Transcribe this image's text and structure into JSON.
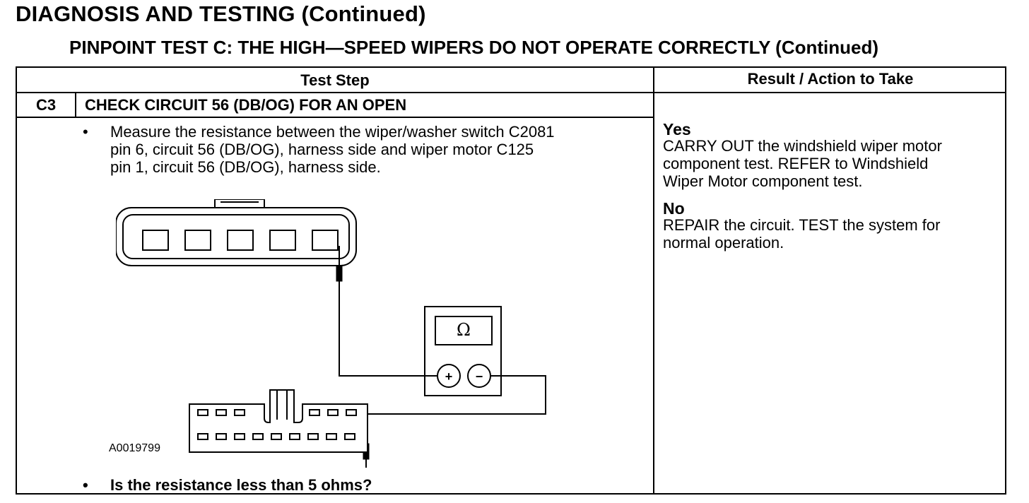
{
  "header": {
    "title": "DIAGNOSIS AND TESTING (Continued)",
    "subtitle": "PINPOINT TEST C: THE HIGH—SPEED WIPERS DO NOT OPERATE CORRECTLY (Continued)"
  },
  "table": {
    "col_test_step": "Test Step",
    "col_result": "Result / Action to Take",
    "step": {
      "id": "C3",
      "title": "CHECK CIRCUIT 56 (DB/OG) FOR AN OPEN",
      "bullet_symbol": "•",
      "instruction_lines": [
        "Measure the resistance between the wiper/washer switch C2081",
        "pin 6, circuit 56 (DB/OG), harness side and wiper motor C125",
        "pin 1, circuit 56 (DB/OG), harness side."
      ],
      "question": "Is the resistance less than 5 ohms?",
      "figure_id": "A0019799",
      "meter_symbol": "Ω",
      "plus_symbol": "+",
      "minus_symbol": "−"
    },
    "results": {
      "yes_label": "Yes",
      "yes_lines": [
        "CARRY OUT the windshield wiper motor",
        "component test. REFER to Windshield",
        "Wiper Motor component test."
      ],
      "no_label": "No",
      "no_lines": [
        "REPAIR the circuit. TEST the system for",
        "normal operation."
      ]
    }
  }
}
